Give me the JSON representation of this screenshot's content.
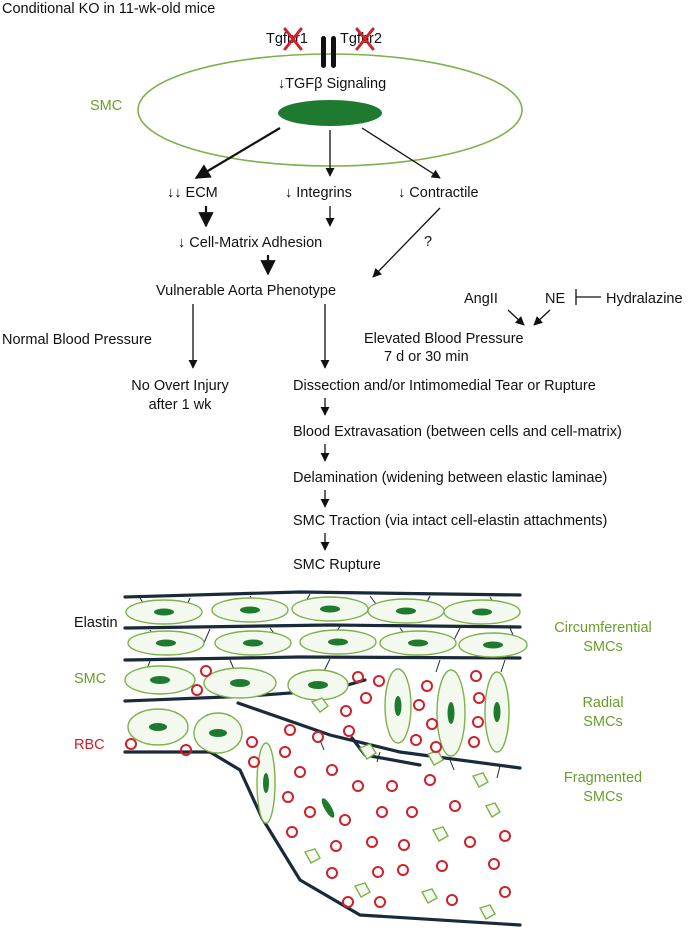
{
  "header": {
    "title": "Conditional KO in 11-wk-old mice"
  },
  "receptors": {
    "r1": "Tgfbr1",
    "r2": "Tgfbr2"
  },
  "cell": {
    "label": "SMC",
    "signaling": "↓TGFβ Signaling"
  },
  "effects": {
    "ecm": "↓↓ ECM",
    "integrins": "↓ Integrins",
    "contractile": "↓ Contractile",
    "question": "?"
  },
  "adhesion": "↓ Cell-Matrix Adhesion",
  "phenotype": "Vulnerable Aorta Phenotype",
  "left_branch": {
    "bp": "Normal Blood Pressure",
    "outcome_line1": "No Overt Injury",
    "outcome_line2": "after 1 wk"
  },
  "drugs": {
    "angii": "AngII",
    "ne": "NE",
    "hydralazine": "Hydralazine"
  },
  "right_branch": {
    "bp_line1": "Elevated Blood Pressure",
    "bp_line2": "7 d or 30 min",
    "steps": [
      "Dissection and/or Intimomedial Tear or Rupture",
      "Blood Extravasation (between cells and cell-matrix)",
      "Delamination (widening between elastic laminae)",
      "SMC Traction (via intact cell-elastin attachments)",
      "SMC Rupture"
    ]
  },
  "tissue_labels": {
    "elastin": "Elastin",
    "smc": "SMC",
    "rbc": "RBC",
    "circ_line1": "Circumferential",
    "circ_line2": "SMCs",
    "radial_line1": "Radial",
    "radial_line2": "SMCs",
    "frag_line1": "Fragmented",
    "frag_line2": "SMCs"
  },
  "colors": {
    "smc_outline": "#6a9e2c",
    "smc_nucleus": "#1e7a2e",
    "rbc": "#d0202a",
    "elastin": "#1a2a3a"
  }
}
